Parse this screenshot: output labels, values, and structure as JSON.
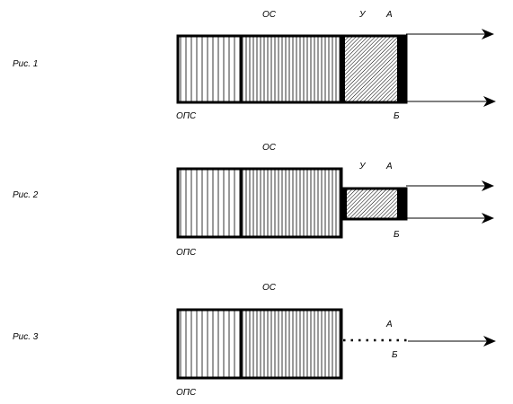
{
  "figures": [
    {
      "caption": "Рис. 1",
      "label_ops": "ОПС",
      "label_os": "ОС",
      "label_u": "У",
      "label_a": "А",
      "label_b": "Б"
    },
    {
      "caption": "Рис. 2",
      "label_ops": "ОПС",
      "label_os": "ОС",
      "label_u": "У",
      "label_a": "А",
      "label_b": "Б"
    },
    {
      "caption": "Рис. 3",
      "label_ops": "ОПС",
      "label_os": "ОС",
      "label_a": "А",
      "label_b": "Б"
    }
  ],
  "colors": {
    "ink": "#000000",
    "background": "#ffffff"
  }
}
